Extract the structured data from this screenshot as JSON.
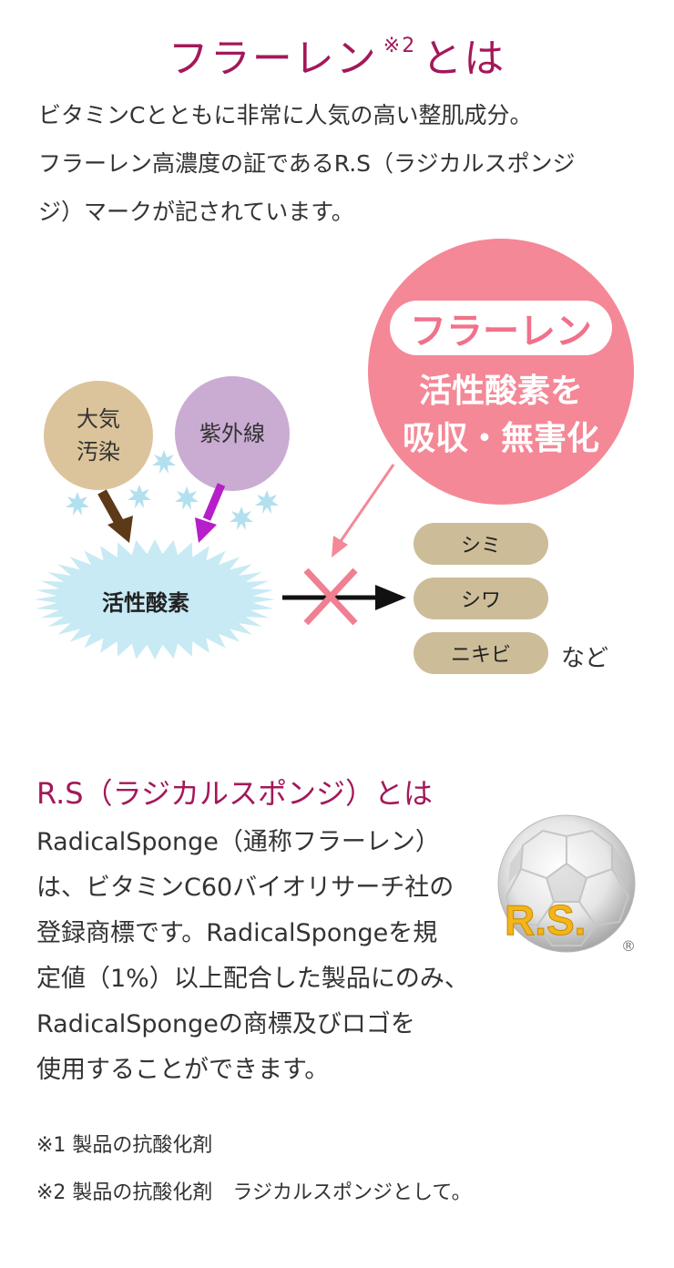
{
  "header": {
    "title_main": "フラーレン",
    "title_note": "※2",
    "title_suffix": "とは"
  },
  "intro": {
    "lines": [
      "ビタミンCとともに非常に人気の高い整肌成分。",
      "フラーレン高濃度の証であるR.S（ラジカルスポンジ",
      "ジ）マークが記されています。"
    ]
  },
  "diagram": {
    "sources": [
      {
        "label_line1": "大気",
        "label_line2": "汚染"
      },
      {
        "label": "紫外線"
      }
    ],
    "center": "活性酸素",
    "fullerene": {
      "name": "フラーレン",
      "desc_line1": "活性酸素を",
      "desc_line2": "吸収・無害化"
    },
    "results": [
      "シミ",
      "シワ",
      "ニキビ"
    ],
    "results_suffix": "など",
    "colors": {
      "pink": "#f48897",
      "cross": "#f07f91",
      "tan": "#dbc49b",
      "lavender": "#caacd3",
      "burst": "#c8eaf5",
      "pill": "#ccbd98",
      "brown_arrow": "#5d3a17",
      "purple_arrow": "#b51ec8",
      "sparkle": "#b3e0ee"
    }
  },
  "rs": {
    "heading": "R.S（ラジカルスポンジ）とは",
    "lines": [
      "RadicalSponge（通称フラーレン）",
      "は、ビタミンC60バイオリサーチ社の",
      "登録商標です。RadicalSpongeを規",
      "定値（1%）以上配合した製品にのみ、",
      "RadicalSpongeの商標及びロゴを",
      "使用することができます。"
    ],
    "logo": {
      "text": "R.S.",
      "registered": "®",
      "logo_color": "#f2b51b"
    }
  },
  "notes": [
    "※1  製品の抗酸化剤",
    "※2  製品の抗酸化剤　ラジカルスポンジとして。"
  ],
  "accent_color": "#a3185a"
}
